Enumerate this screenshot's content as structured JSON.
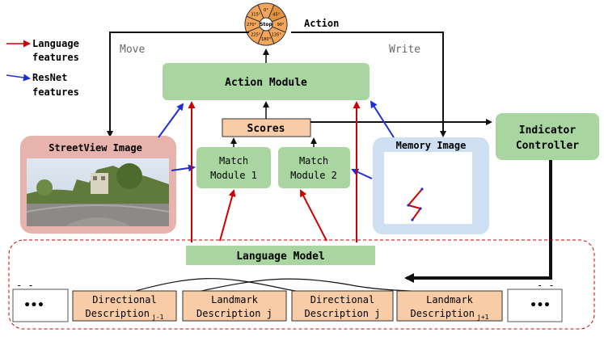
{
  "legend": {
    "language": "Language\nfeatures",
    "resnet": "ResNet\nfeatures"
  },
  "action_wheel": {
    "title": "Action",
    "segments": [
      "0°",
      "45°",
      "90°",
      "135°",
      "180°",
      "225°",
      "270°",
      "315°"
    ],
    "center": "Stop"
  },
  "labels": {
    "move": "Move",
    "write": "Write"
  },
  "modules": {
    "action_module": "Action Module",
    "scores": "Scores",
    "indicator_controller": "Indicator\nController",
    "streetview_image": "StreetView Image",
    "memory_image": "Memory Image",
    "match_module_1": "Match\nModule 1",
    "match_module_2": "Match\nModule 2",
    "language_model": "Language Model"
  },
  "descriptions": {
    "left_ellipsis": "•••",
    "right_ellipsis": "•••",
    "dashes_left": "- -",
    "dashes_right": "- -",
    "items": [
      {
        "line1": "Directional",
        "line2": "Description",
        "sub": "j-1"
      },
      {
        "line1": "Landmark",
        "line2": "Description j",
        "sub": ""
      },
      {
        "line1": "Directional",
        "line2": "Description j",
        "sub": ""
      },
      {
        "line1": "Landmark",
        "line2": "Description",
        "sub": "j+1"
      }
    ]
  },
  "colors": {
    "green_box": "#a9d5a0",
    "orange_box": "#f8cca6",
    "streetview_bg": "#e8b3ad",
    "memory_bg": "#cfe0f2",
    "red_arrow": "#cc0000",
    "blue_arrow": "#1f2fd6",
    "wheel_fill": "#f3a65a",
    "wheel_highlight": "#e39340"
  }
}
